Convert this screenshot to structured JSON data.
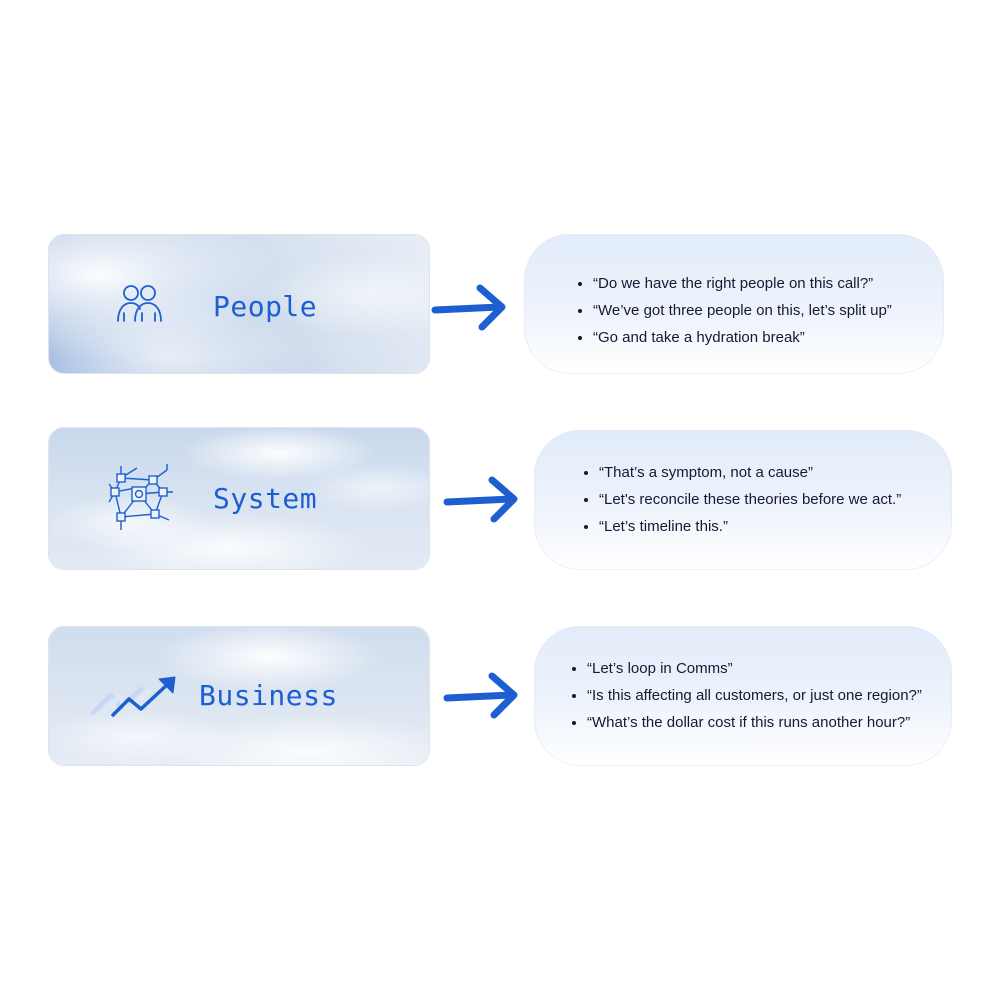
{
  "rows": [
    {
      "label": "People",
      "icon": "people-icon",
      "quotes": [
        "“Do we have the right people on this call?”",
        "“We’ve got three people on this, let’s split up”",
        "“Go and take a hydration break”"
      ]
    },
    {
      "label": "System",
      "icon": "network-diagram-icon",
      "quotes": [
        "“That’s a symptom, not a cause”",
        "“Let's reconcile these theories before we act.”",
        "“Let’s timeline this.”"
      ]
    },
    {
      "label": "Business",
      "icon": "trend-up-arrow-icon",
      "quotes": [
        "“Let’s loop in Comms”",
        "“Is this affecting all customers, or just one region?”",
        "“What’s the dollar cost if this runs another hour?”"
      ]
    }
  ],
  "colors": {
    "accent": "#1d5fd1",
    "text": "#141a33"
  }
}
